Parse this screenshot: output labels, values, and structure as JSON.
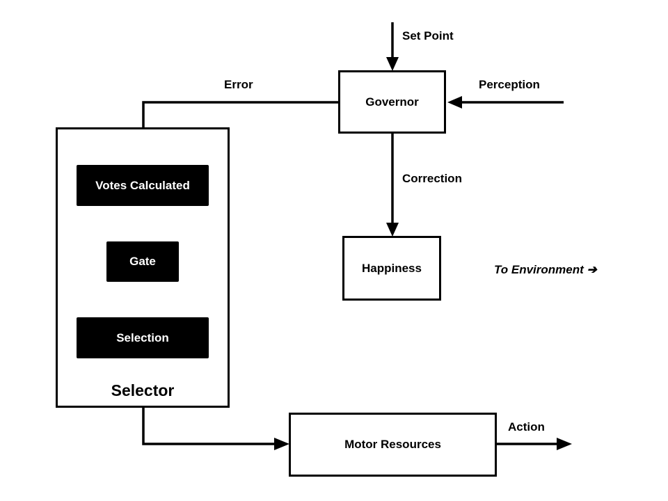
{
  "colors": {
    "line": "#000000",
    "box_fill_dark": "#000000",
    "box_text_dark": "#ffffff",
    "background": "#ffffff"
  },
  "nodes": {
    "governor": "Governor",
    "happiness": "Happiness",
    "motor_resources": "Motor Resources",
    "selector": "Selector",
    "votes_calculated": "Votes Calculated",
    "gate": "Gate",
    "selection": "Selection"
  },
  "edges": {
    "set_point": "Set Point",
    "perception": "Perception",
    "error": "Error",
    "correction": "Correction",
    "action": "Action"
  },
  "annotations": {
    "to_environment": "To Environment ➔"
  }
}
